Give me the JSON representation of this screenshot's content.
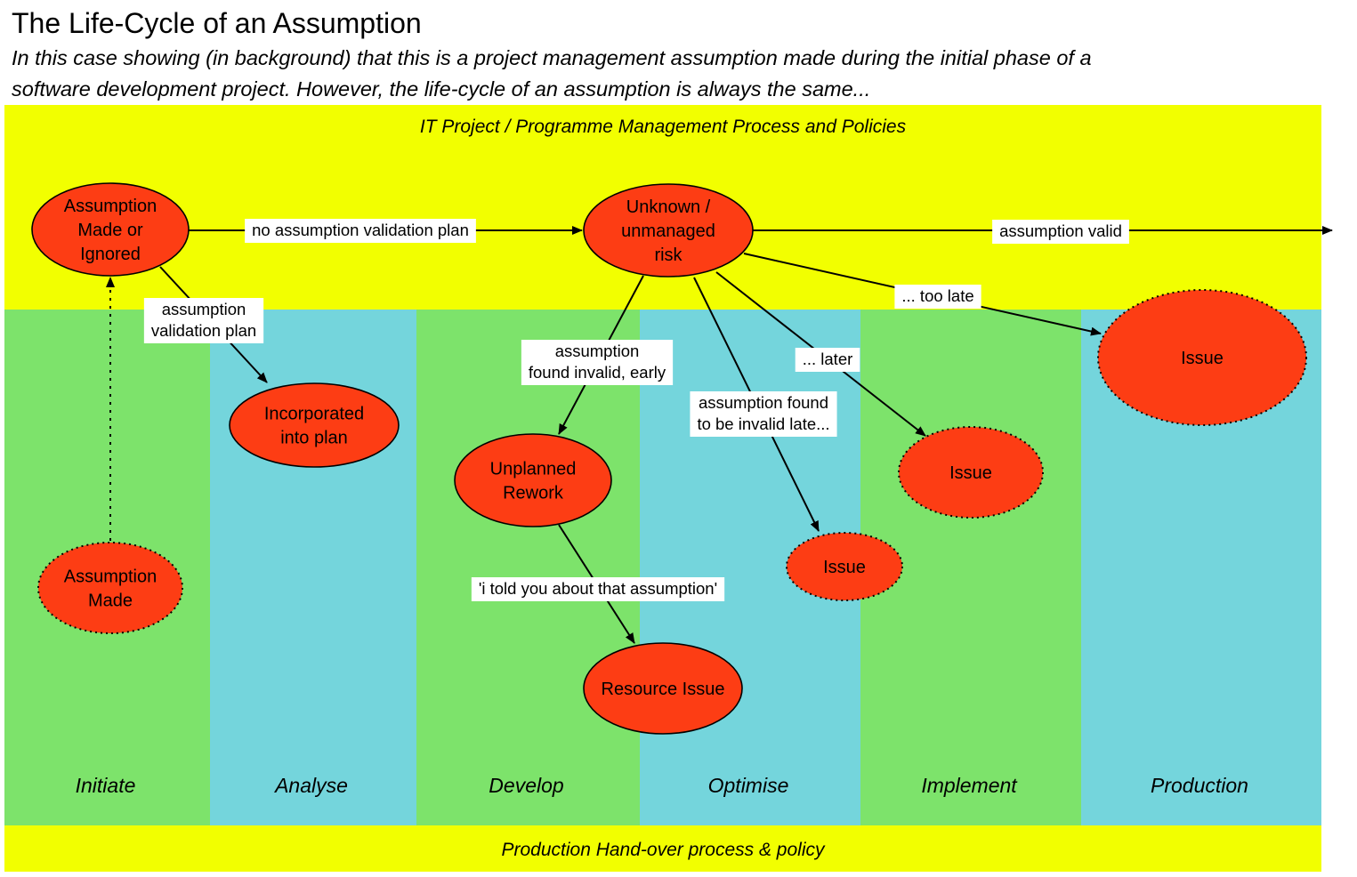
{
  "header": {
    "title": "The Life-Cycle of an Assumption",
    "subtitle_line1": "In this case showing (in background) that this is a project management assumption made during the initial phase of a",
    "subtitle_line2": "software development project.  However, the life-cycle of an assumption is always the same..."
  },
  "colors": {
    "band": "#f2ff00",
    "phase_green": "#7de36b",
    "phase_blue": "#74d5dc",
    "node_fill": "#fd3d14",
    "edge": "#000000"
  },
  "bands": {
    "top": "IT Project / Programme Management Process and Policies",
    "bottom": "Production Hand-over process & policy"
  },
  "phases": [
    {
      "label": "Initiate",
      "color": "green"
    },
    {
      "label": "Analyse",
      "color": "blue"
    },
    {
      "label": "Develop",
      "color": "green"
    },
    {
      "label": "Optimise",
      "color": "blue"
    },
    {
      "label": "Implement",
      "color": "green"
    },
    {
      "label": "Production",
      "color": "blue"
    }
  ],
  "nodes": [
    {
      "id": "made-or-ignored",
      "lines": [
        "Assumption",
        "Made or",
        "Ignored"
      ],
      "border": "solid"
    },
    {
      "id": "unknown-risk",
      "lines": [
        "Unknown /",
        "unmanaged",
        "risk"
      ],
      "border": "solid"
    },
    {
      "id": "incorporated",
      "lines": [
        "Incorporated",
        "into plan"
      ],
      "border": "solid"
    },
    {
      "id": "assumption-made",
      "lines": [
        "Assumption",
        "Made"
      ],
      "border": "dotted"
    },
    {
      "id": "unplanned-rework",
      "lines": [
        "Unplanned",
        "Rework"
      ],
      "border": "solid"
    },
    {
      "id": "resource-issue",
      "lines": [
        "Resource Issue"
      ],
      "border": "solid"
    },
    {
      "id": "issue-optimise",
      "lines": [
        "Issue"
      ],
      "border": "dotted"
    },
    {
      "id": "issue-implement",
      "lines": [
        "Issue"
      ],
      "border": "dotted"
    },
    {
      "id": "issue-production",
      "lines": [
        "Issue"
      ],
      "border": "dotted"
    }
  ],
  "edges": [
    {
      "from": "assumption-made",
      "to": "made-or-ignored",
      "style": "dotted",
      "label_lines": []
    },
    {
      "from": "made-or-ignored",
      "to": "unknown-risk",
      "style": "solid",
      "label_lines": [
        "no assumption validation plan"
      ]
    },
    {
      "from": "made-or-ignored",
      "to": "incorporated",
      "style": "solid",
      "label_lines": [
        "assumption",
        "validation plan"
      ]
    },
    {
      "from": "unknown-risk",
      "to": "exit",
      "style": "solid",
      "label_lines": [
        "assumption valid"
      ]
    },
    {
      "from": "unknown-risk",
      "to": "unplanned-rework",
      "style": "solid",
      "label_lines": [
        "assumption",
        "found invalid, early"
      ]
    },
    {
      "from": "unknown-risk",
      "to": "issue-optimise",
      "style": "solid",
      "label_lines": [
        "assumption found",
        "to be invalid late..."
      ]
    },
    {
      "from": "unknown-risk",
      "to": "issue-implement",
      "style": "solid",
      "label_lines": [
        "... later"
      ]
    },
    {
      "from": "unknown-risk",
      "to": "issue-production",
      "style": "solid",
      "label_lines": [
        "... too late"
      ]
    },
    {
      "from": "unplanned-rework",
      "to": "resource-issue",
      "style": "solid",
      "label_lines": [
        "'i told you about that assumption'"
      ]
    }
  ]
}
